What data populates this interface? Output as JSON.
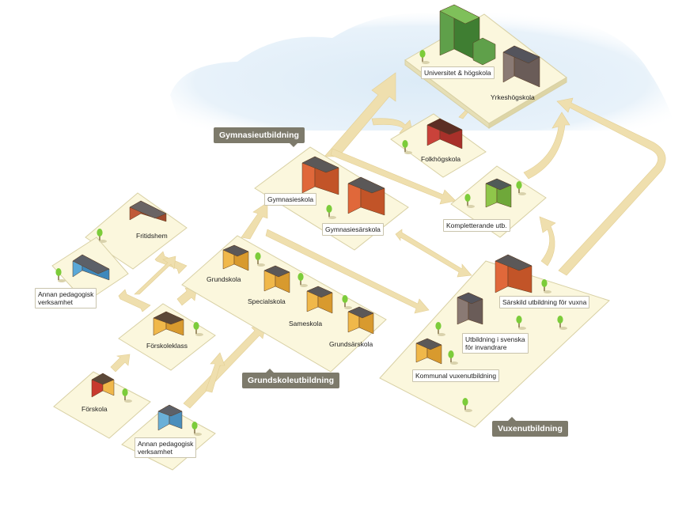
{
  "stages": {
    "gymnasie": "Gymnasieutbildning",
    "grundskole": "Grundskoleutbildning",
    "vuxen": "Vuxenutbildning"
  },
  "schools": {
    "universitet": "Universitet & högskola",
    "yrkeshogskola": "Yrkeshögskola",
    "folkhogskola": "Folkhögskola",
    "kompletterande": "Kompletterande utb.",
    "gymnasieskola": "Gymnasieskola",
    "gymnasiesarskola": "Gymnasiesärskola",
    "fritidshem": "Fritidshem",
    "annan_top": "Annan pedagogisk\nverksamhet",
    "grundskola": "Grundskola",
    "specialskola": "Specialskola",
    "sameskola": "Sameskola",
    "grundsarskola": "Grundsärskola",
    "forskoleklass": "Förskoleklass",
    "forskola": "Förskola",
    "annan_bottom": "Annan pedagogisk\nverksamhet",
    "sarskild": "Särskild utbildning för vuxna",
    "sfi": "Utbildning i svenska\nför invandrare",
    "komvux": "Kommunal vuxenutbildning"
  },
  "colors": {
    "platform_top": "#fbf7dd",
    "platform_side": "#e6dfb6",
    "arrow": "#efdfae",
    "sky": "#e4f0f9",
    "tag": "#7d7a6b",
    "tree": "#7ccc3a"
  }
}
